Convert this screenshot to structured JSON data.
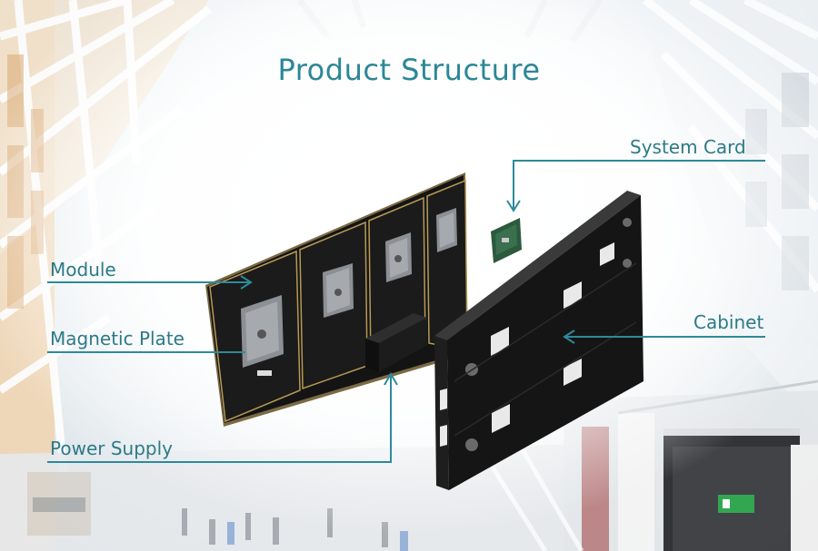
{
  "title": "Product Structure",
  "labels": {
    "system_card": "System Card",
    "module": "Module",
    "magnetic_plate": "Magnetic Plate",
    "cabinet": "Cabinet",
    "power_supply": "Power Supply"
  },
  "colors": {
    "accent": "#2c8796",
    "line": "#2d8a9a",
    "panel": "#1a1a1a",
    "pcb": "#2c5a3c"
  }
}
